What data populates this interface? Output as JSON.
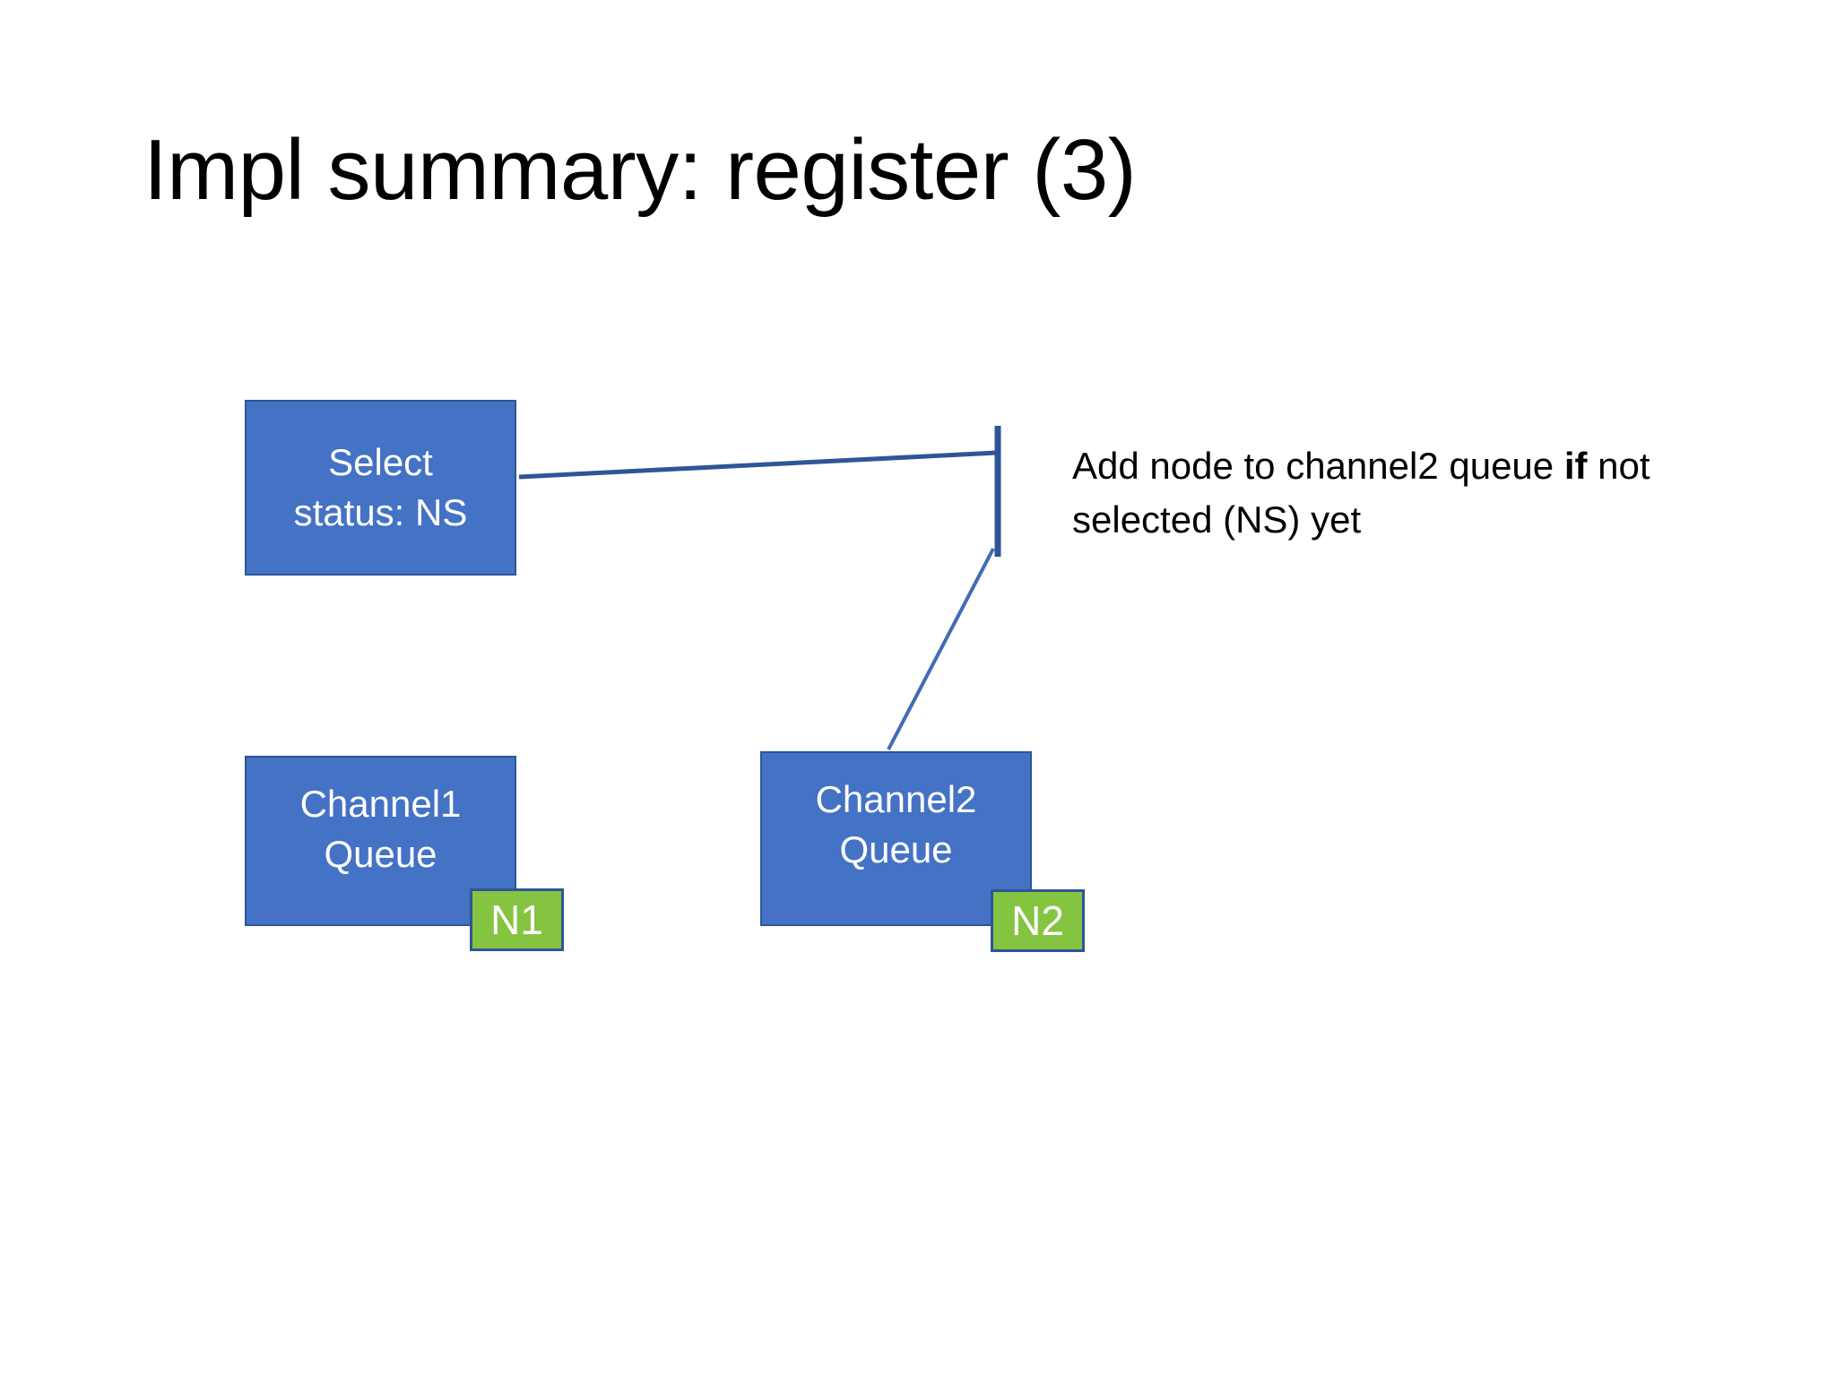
{
  "slide": {
    "title": "Impl summary: register (3)",
    "background_color": "#FFFFFF"
  },
  "palette": {
    "box_fill": "#4472C4",
    "box_border": "#2E5597",
    "node_fill": "#85C441",
    "node_border": "#2E5597",
    "connector": "#2E5597",
    "box_text": "#FFFFFF",
    "body_text": "#000000"
  },
  "boxes": [
    {
      "id": "select",
      "line1": "Select",
      "line2": "status: NS"
    },
    {
      "id": "channel1",
      "line1": "Channel1",
      "line2": "Queue"
    },
    {
      "id": "channel2",
      "line1": "Channel2",
      "line2": "Queue"
    }
  ],
  "nodes": [
    {
      "id": "n1",
      "label": "N1"
    },
    {
      "id": "n2",
      "label": "N2"
    }
  ],
  "annotation": {
    "part1": "Add node to channel2 queue ",
    "emphasis": "if",
    "part2": " not selected (NS) yet",
    "full_text": "Add node to channel2 queue if not selected (NS) yet"
  },
  "connectors": [
    {
      "id": "select-to-bracket",
      "from": "select-box-right",
      "to": "bracket-top",
      "shape": "line"
    },
    {
      "id": "bracket-vertical",
      "from": "bracket-top",
      "to": "bracket-bottom",
      "shape": "line"
    },
    {
      "id": "bracket-to-channel2",
      "from": "bracket-bottom",
      "to": "channel2-box-top",
      "shape": "line"
    }
  ]
}
